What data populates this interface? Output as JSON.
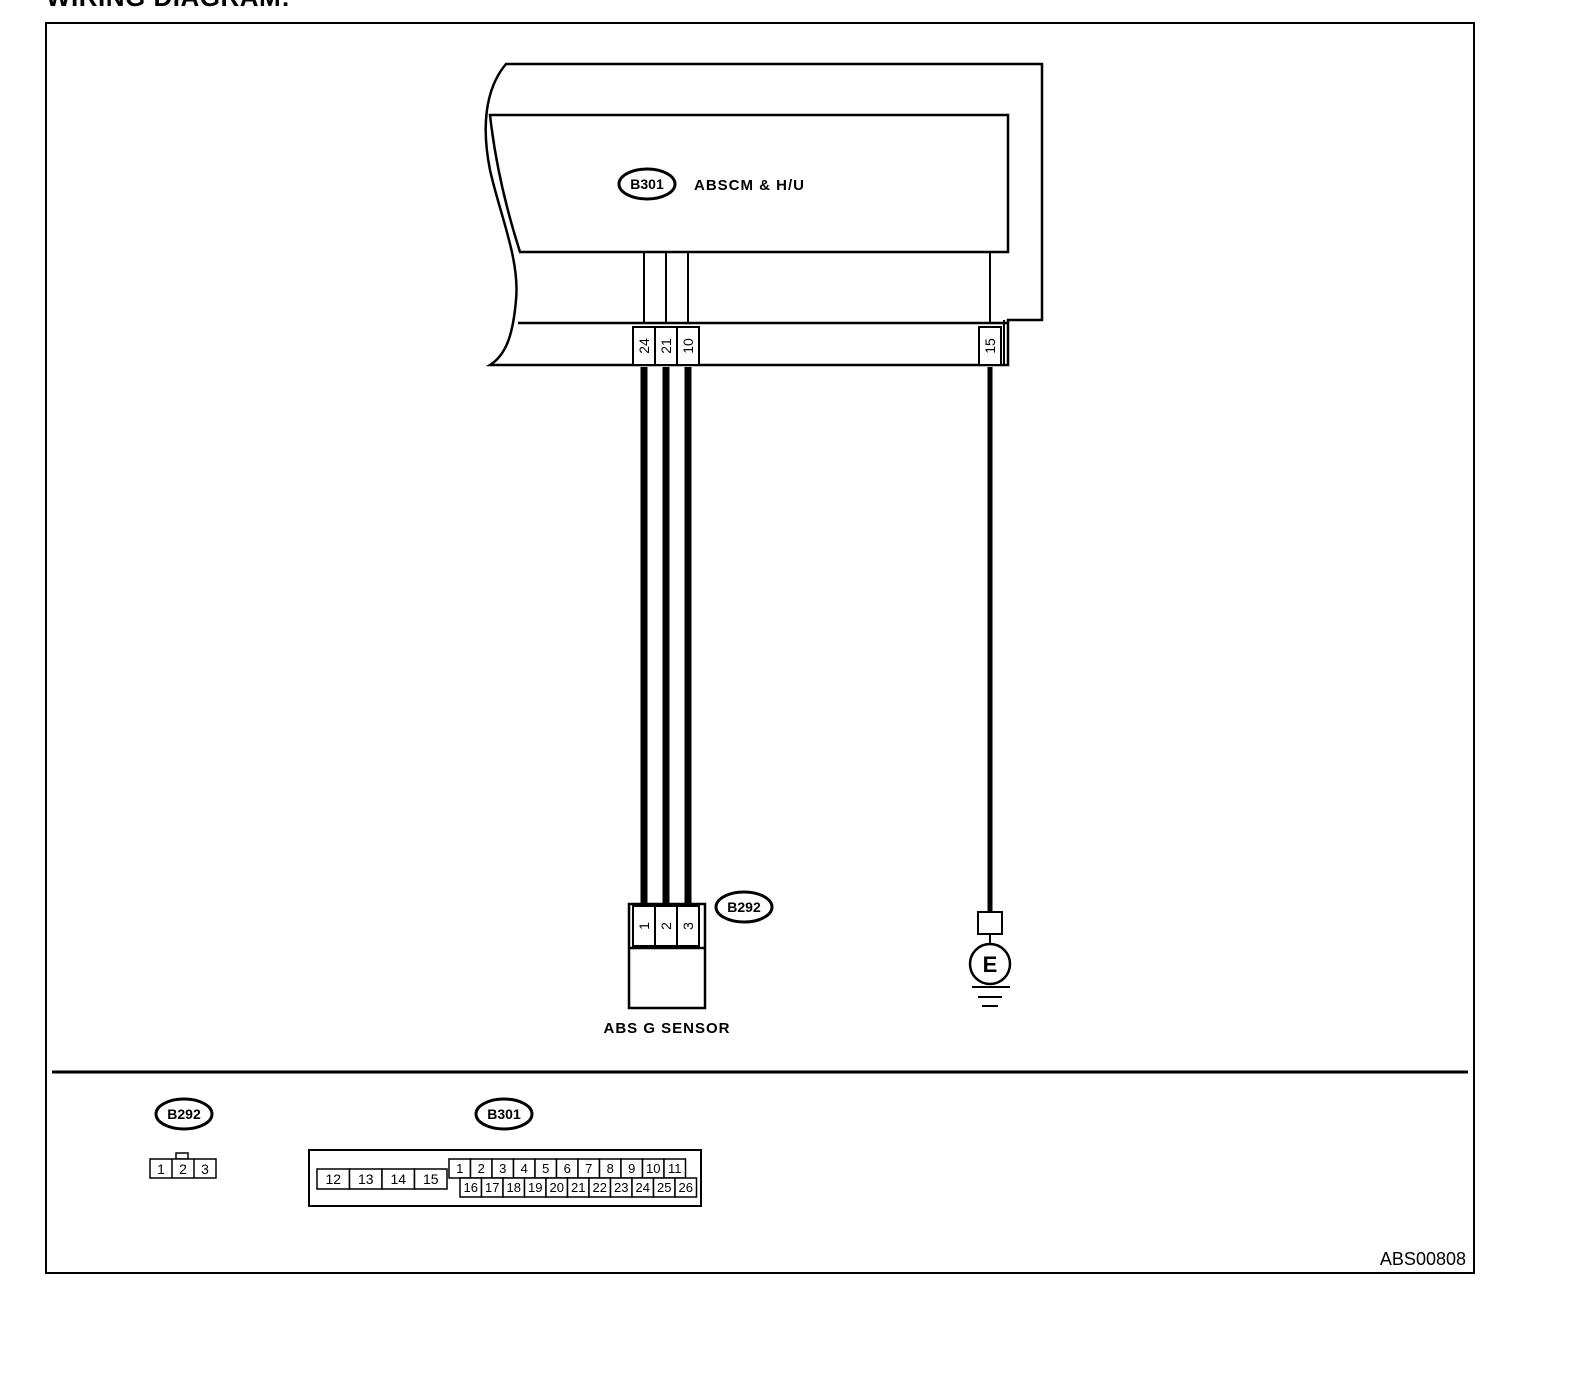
{
  "page": {
    "heading": "WIRING DIAGRAM:",
    "reference_code": "ABS00808"
  },
  "control_unit": {
    "code": "B301",
    "name": "ABSCM & H/U",
    "pins": [
      "24",
      "21",
      "10",
      "15"
    ]
  },
  "sensor": {
    "code": "B292",
    "name": "ABS G SENSOR",
    "pins": [
      "1",
      "2",
      "3"
    ]
  },
  "ground": {
    "symbol": "E"
  },
  "connector_views": {
    "b292": {
      "code": "B292",
      "pins": [
        "1",
        "2",
        "3"
      ]
    },
    "b301": {
      "code": "B301",
      "large_pins": [
        "12",
        "13",
        "14",
        "15"
      ],
      "top_pins": [
        "1",
        "2",
        "3",
        "4",
        "5",
        "6",
        "7",
        "8",
        "9",
        "10",
        "11"
      ],
      "bottom_pins": [
        "16",
        "17",
        "18",
        "19",
        "20",
        "21",
        "22",
        "23",
        "24",
        "25",
        "26"
      ]
    }
  }
}
